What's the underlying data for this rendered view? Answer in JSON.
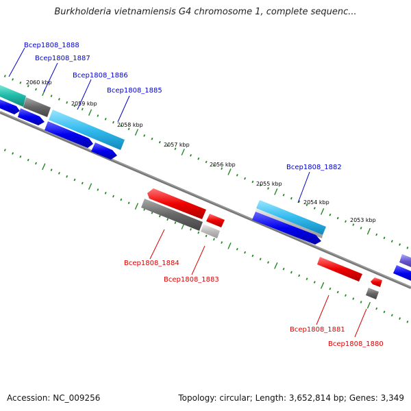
{
  "title": "Burkholderia vietnamiensis G4 chromosome 1, complete sequenc...",
  "footer": {
    "accession": "Accession: NC_009256",
    "summary": "Topology: circular; Length: 3,652,814 bp; Genes: 3,349"
  },
  "colors": {
    "forward_gene": "#0000dd",
    "reverse_gene": "#ee0000",
    "highlight_gene": "#33bbee",
    "grey_gene": "#666666",
    "backbone": "#777777",
    "ticks": "#228822",
    "forward_label": "#0000cc",
    "reverse_label": "#dd0000"
  },
  "scale_labels": [
    "2060 kbp",
    "2059 kbp",
    "2058 kbp",
    "2057 kbp",
    "2056 kbp",
    "2055 kbp",
    "2054 kbp",
    "2053 kbp"
  ],
  "gene_labels": {
    "forward": [
      "Bcep1808_1888",
      "Bcep1808_1887",
      "Bcep1808_1886",
      "Bcep1808_1885",
      "Bcep1808_1882"
    ],
    "reverse": [
      "Bcep1808_1884",
      "Bcep1808_1883",
      "Bcep1808_1881",
      "Bcep1808_1880"
    ]
  }
}
